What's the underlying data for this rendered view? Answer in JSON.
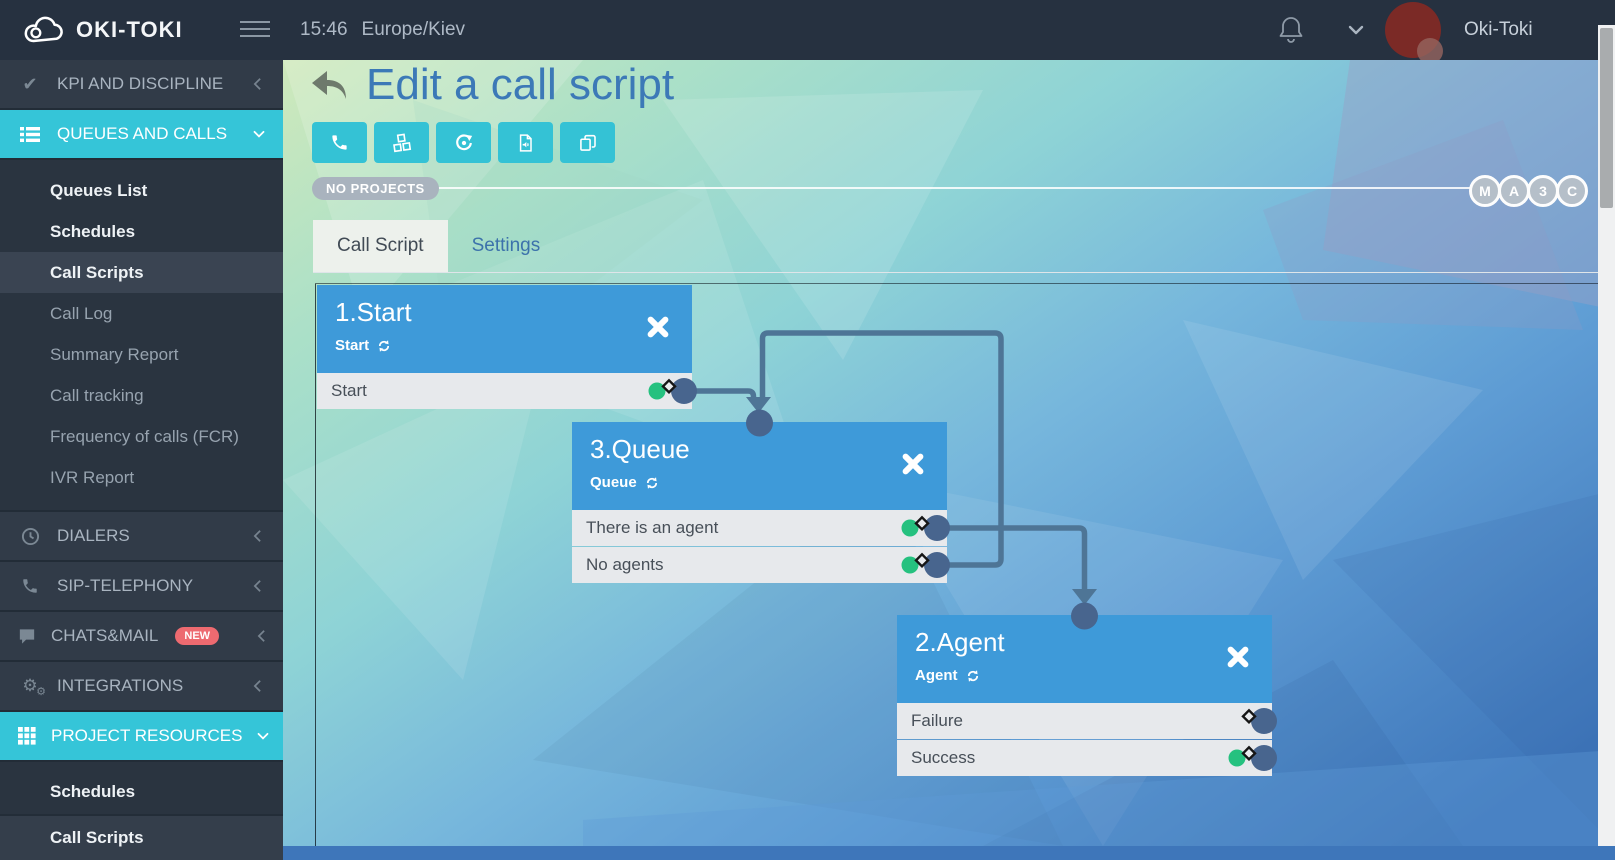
{
  "topbar": {
    "logo": "OKI-TOKI",
    "time": "15:46",
    "timezone": "Europe/Kiev",
    "account": "Oki-Toki"
  },
  "sidebar": {
    "sections": [
      {
        "label": "KPI AND DISCIPLINE",
        "icon": "check-icon",
        "state": "collapsed"
      },
      {
        "label": "QUEUES AND CALLS",
        "icon": "list-icon",
        "state": "expanded",
        "active": true
      },
      {
        "label": "DIALERS",
        "icon": "clock-icon",
        "state": "collapsed"
      },
      {
        "label": "SIP-TELEPHONY",
        "icon": "phone-icon",
        "state": "collapsed"
      },
      {
        "label": "CHATS&MAIL",
        "icon": "chat-icon",
        "badge": "NEW",
        "state": "collapsed"
      },
      {
        "label": "INTEGRATIONS",
        "icon": "gears-icon",
        "state": "collapsed"
      },
      {
        "label": "PROJECT RESOURCES",
        "icon": "grid-icon",
        "state": "expanded",
        "active": true
      }
    ],
    "queues_submenu": [
      {
        "label": "Queues List",
        "emphasis": true
      },
      {
        "label": "Schedules",
        "emphasis": true
      },
      {
        "label": "Call Scripts",
        "emphasis": true,
        "active": true
      },
      {
        "label": "Call Log"
      },
      {
        "label": "Summary Report"
      },
      {
        "label": "Call tracking"
      },
      {
        "label": "Frequency of calls (FCR)"
      },
      {
        "label": "IVR Report"
      }
    ],
    "project_submenu": [
      {
        "label": "Schedules",
        "emphasis": true
      },
      {
        "label": "Call Scripts",
        "emphasis": true
      }
    ]
  },
  "header": {
    "title": "Edit a call script",
    "projects_badge": "NO PROJECTS",
    "toolbar_icons": [
      "phone-icon",
      "blocks-icon",
      "history-icon",
      "audio-file-icon",
      "copy-icon"
    ],
    "member_circles": [
      "M",
      "A",
      "3",
      "C"
    ]
  },
  "tabs": [
    {
      "label": "Call Script",
      "active": true
    },
    {
      "label": "Settings",
      "active": false
    }
  ],
  "canvas": {
    "nodes": [
      {
        "title": "1.Start",
        "type_label": "Start",
        "rows": [
          {
            "label": "Start",
            "has_green_dot": true
          }
        ]
      },
      {
        "title": "3.Queue",
        "type_label": "Queue",
        "rows": [
          {
            "label": "There is an agent",
            "has_green_dot": true
          },
          {
            "label": "No agents",
            "has_green_dot": true
          }
        ]
      },
      {
        "title": "2.Agent",
        "type_label": "Agent",
        "rows": [
          {
            "label": "Failure",
            "has_green_dot": false
          },
          {
            "label": "Success",
            "has_green_dot": true
          }
        ]
      }
    ],
    "connections": [
      {
        "from": "1.Start / Start",
        "to": "3.Queue input"
      },
      {
        "from": "3.Queue / No agents",
        "to": "3.Queue input"
      },
      {
        "from": "3.Queue / There is an agent",
        "to": "2.Agent input"
      }
    ]
  },
  "colors": {
    "accent_cyan": "#35c5d8",
    "node_blue": "#3e9ad9",
    "connector": "#4e7596",
    "green_dot": "#25c17f",
    "new_badge": "#ed6a70",
    "title_blue": "#3c79b7"
  }
}
